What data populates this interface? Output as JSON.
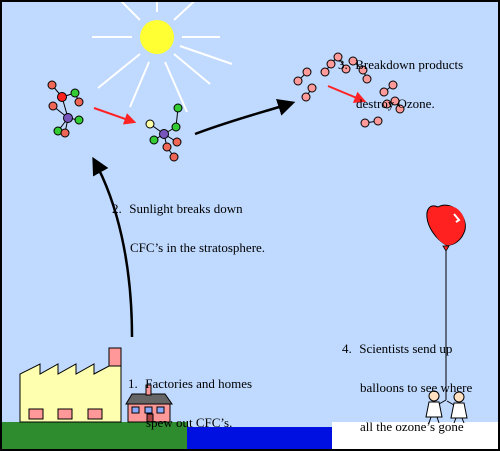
{
  "steps": [
    {
      "number": "1.",
      "lines": [
        "Factories and homes",
        "spew out CFC’s."
      ]
    },
    {
      "number": "2.",
      "lines": [
        "Sunlight breaks down",
        "CFC’s in the stratosphere."
      ]
    },
    {
      "number": "3.",
      "lines": [
        "Breakdown products",
        "destroy Ozone."
      ]
    },
    {
      "number": "4.",
      "lines": [
        "Scientists send up",
        "balloons to see where",
        "all the ozone’s gone"
      ]
    }
  ],
  "colors": {
    "sky": "#bfd9ff",
    "sun": "#ffff33",
    "grass": "#2e8b2e",
    "water": "#0010e0",
    "snow": "#ffffff",
    "factory": "#ffffb0",
    "house_wall": "#ff9999",
    "chlorine_atom": "#33cc33",
    "fluorine_atom": "#ee6655",
    "carbon_atom": "#7755bb",
    "released_atom": "#ffffaa",
    "oxygen_atom": "#ff9a9a",
    "reaction_arrow": "#ff2222",
    "balloon": "#ff2020"
  }
}
